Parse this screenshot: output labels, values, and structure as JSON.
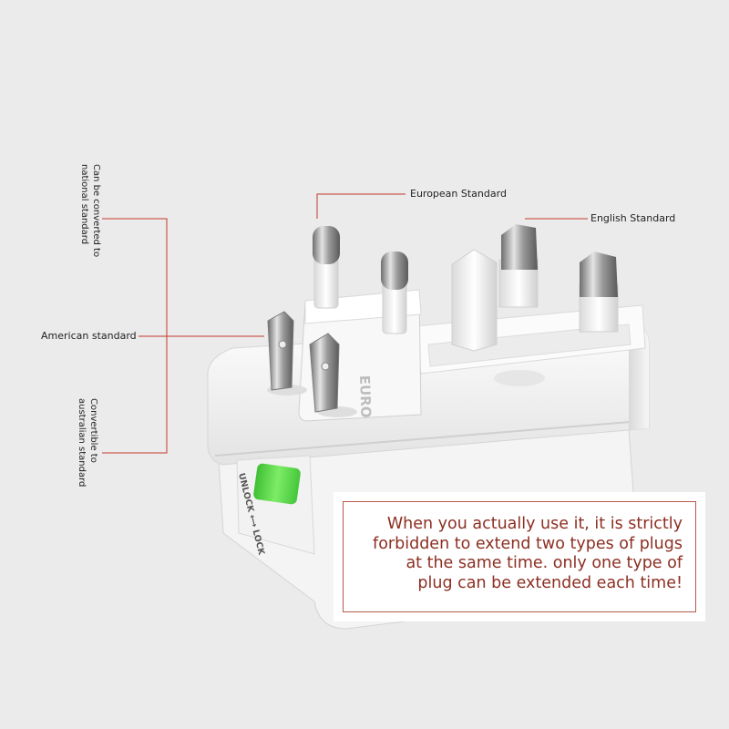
{
  "callouts": {
    "top_left_vertical_line1": "Can be converted to",
    "top_left_vertical_line2": "national standard",
    "american": "American standard",
    "bottom_left_vertical_line1": "Convertible to",
    "bottom_left_vertical_line2": "australian standard",
    "european": "European Standard",
    "english": "English Standard"
  },
  "adapter_markings": {
    "euro": "EURO",
    "unlock_lock": "UNLOCK ⟷ LOCK"
  },
  "warning": {
    "line1": "When you actually use it, it is strictly",
    "line2": "forbidden to extend two types of plugs",
    "line3": "at the same time. only one type of",
    "line4": "plug can be extended each time!"
  },
  "colors": {
    "leader_line": "#c0392b",
    "warning_text": "#8c2f22",
    "warning_border": "#b55a4c",
    "lock_button": "#5ddc4a",
    "background": "#ebebeb"
  }
}
